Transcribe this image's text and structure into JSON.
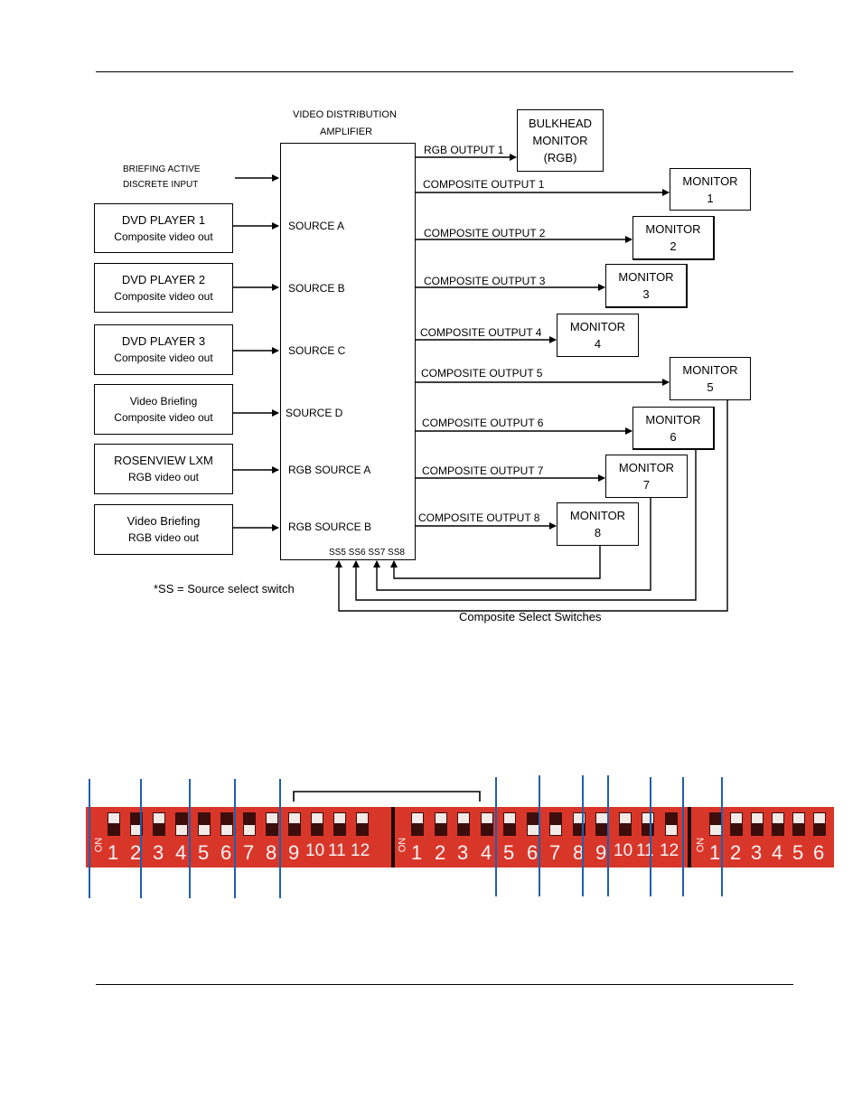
{
  "amplifier": {
    "title_line1": "VIDEO DISTRIBUTION",
    "title_line2": "AMPLIFIER",
    "ss_labels": "SS5 SS6 SS7 SS8"
  },
  "briefing": {
    "line1": "BRIEFING ACTIVE",
    "line2": "DISCRETE INPUT"
  },
  "sources": [
    {
      "title": "DVD PLAYER 1",
      "sub": "Composite video out",
      "input": "SOURCE A"
    },
    {
      "title": "DVD PLAYER 2",
      "sub": "Composite video out",
      "input": "SOURCE B"
    },
    {
      "title": "DVD PLAYER 3",
      "sub": "Composite video out",
      "input": "SOURCE C"
    },
    {
      "title": "Video Briefing",
      "sub": "Composite video out",
      "input": "SOURCE D"
    },
    {
      "title": "ROSENVIEW LXM",
      "sub": "RGB video out",
      "input": "RGB SOURCE A"
    },
    {
      "title": "Video Briefing",
      "sub": "RGB video out",
      "input": "RGB SOURCE B"
    }
  ],
  "bulkhead": {
    "line1": "BULKHEAD",
    "line2": "MONITOR",
    "line3": "(RGB)",
    "output": "RGB OUTPUT 1"
  },
  "monitors": [
    {
      "label": "MONITOR",
      "num": "1",
      "output": "COMPOSITE OUTPUT 1"
    },
    {
      "label": "MONITOR",
      "num": "2",
      "output": "COMPOSITE OUTPUT 2"
    },
    {
      "label": "MONITOR",
      "num": "3",
      "output": "COMPOSITE OUTPUT 3"
    },
    {
      "label": "MONITOR",
      "num": "4",
      "output": "COMPOSITE OUTPUT 4"
    },
    {
      "label": "MONITOR",
      "num": "5",
      "output": "COMPOSITE OUTPUT 5"
    },
    {
      "label": "MONITOR",
      "num": "6",
      "output": "COMPOSITE OUTPUT 6"
    },
    {
      "label": "MONITOR",
      "num": "7",
      "output": "COMPOSITE OUTPUT 7"
    },
    {
      "label": "MONITOR",
      "num": "8",
      "output": "COMPOSITE OUTPUT 8"
    }
  ],
  "footnote": "*SS = Source select switch",
  "composite_caption": "Composite Select Switches",
  "dip": {
    "on_label": "ON",
    "bank1": [
      "1",
      "2",
      "3",
      "4",
      "5",
      "6",
      "7",
      "8",
      "9",
      "10",
      "11",
      "12"
    ],
    "bank2": [
      "1",
      "2",
      "3",
      "4",
      "5",
      "6",
      "7",
      "8",
      "9",
      "10",
      "11",
      "12"
    ],
    "bank3": [
      "1",
      "2",
      "3",
      "4",
      "5",
      "6"
    ],
    "bank1_up": [
      true,
      false,
      true,
      false,
      false,
      false,
      false,
      true,
      true,
      true,
      true,
      true
    ],
    "bank2_up": [
      true,
      true,
      true,
      true,
      true,
      false,
      false,
      true,
      true,
      true,
      true,
      false
    ],
    "bank3_up": [
      false,
      true,
      true,
      true,
      true,
      true
    ]
  },
  "colors": {
    "dip_red": "#d9362a",
    "marker_blue": "#1f5fae"
  }
}
